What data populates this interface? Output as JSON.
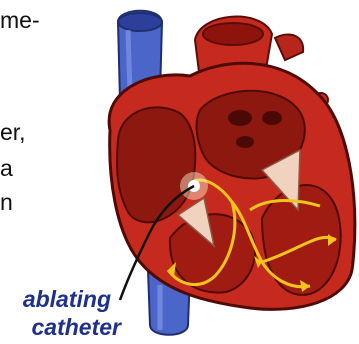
{
  "text_fragments": [
    "me-",
    "er,",
    "a",
    "n"
  ],
  "caption": {
    "line1": "ablating",
    "line2": "catheter"
  },
  "colors": {
    "heart_red": "#c62a1e",
    "vein_blue": "#4b66c8",
    "conduction_yellow": "#f2c51a",
    "caption_blue": "#1f2f8c"
  }
}
